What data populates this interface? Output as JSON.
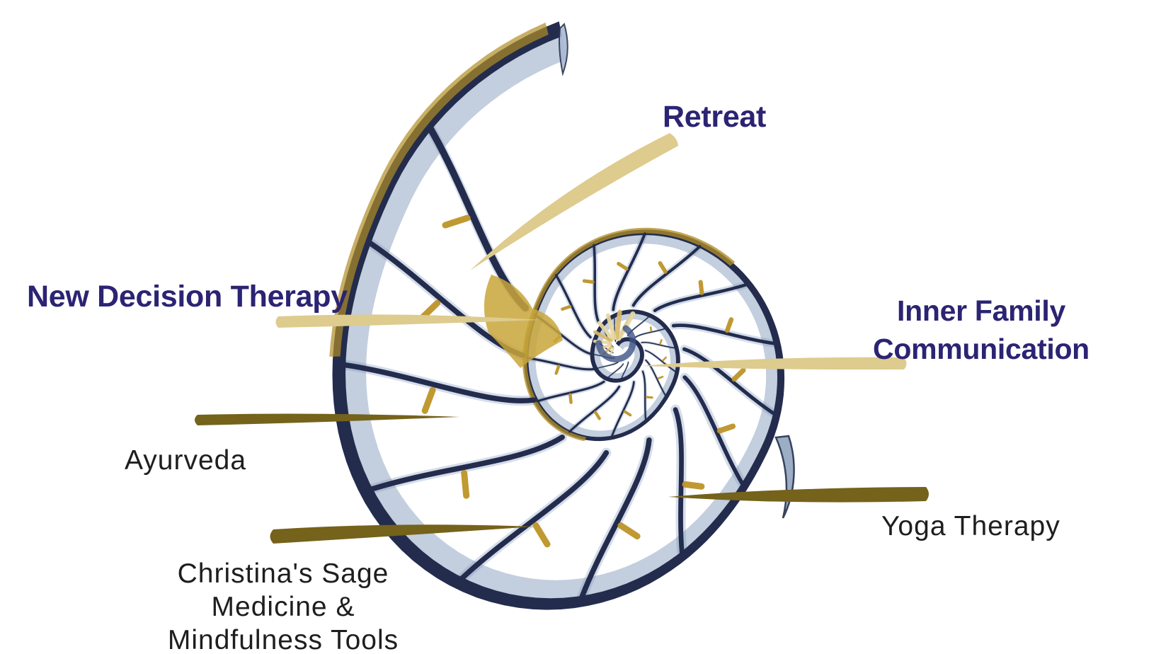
{
  "background_color": "#ffffff",
  "colors": {
    "background": "#ffffff",
    "heading_text": "#2b2473",
    "body_text": "#1e1e1e",
    "connector_tan": "#decb8e",
    "connector_olive": "#75621b",
    "shell_navy": "#232c4d",
    "shell_blue": "#8199bb",
    "shell_blue_soft": "#8fa6c4",
    "shell_gold": "#b08d25",
    "shell_tab_gold": "#bd9428",
    "shell_pale_gold": "#e8d7a2"
  },
  "labels": {
    "retreat": {
      "text": "Retreat"
    },
    "new_decision_therapy": {
      "text": "New Decision Therapy"
    },
    "inner_family_communication": {
      "lines": [
        "Inner Family",
        "Communication"
      ]
    },
    "ayurveda": {
      "text": "Ayurveda"
    },
    "yoga_therapy": {
      "text": "Yoga Therapy"
    },
    "christinas_sage": {
      "lines": [
        "Christina's Sage",
        "Medicine &",
        "Mindfulness Tools"
      ]
    }
  },
  "illustration": {
    "name": "nautilus-shell-cross-section"
  }
}
